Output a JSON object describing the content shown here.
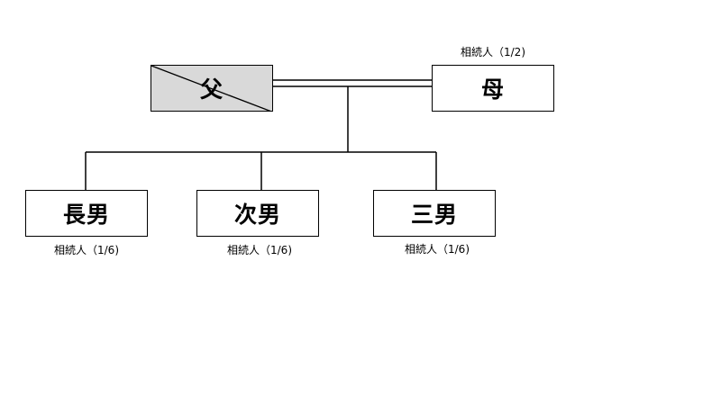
{
  "colors": {
    "line": "#000000",
    "box_fill": "#ffffff",
    "deceased_fill": "#d9d9d9"
  },
  "father": {
    "label": "父",
    "status": "deceased"
  },
  "mother": {
    "label": "母",
    "share": "相続人（1/2)"
  },
  "children": [
    {
      "label": "長男",
      "share": "相続人（1/6)"
    },
    {
      "label": "次男",
      "share": "相続人（1/6)"
    },
    {
      "label": "三男",
      "share": "相続人（1/6)"
    }
  ]
}
